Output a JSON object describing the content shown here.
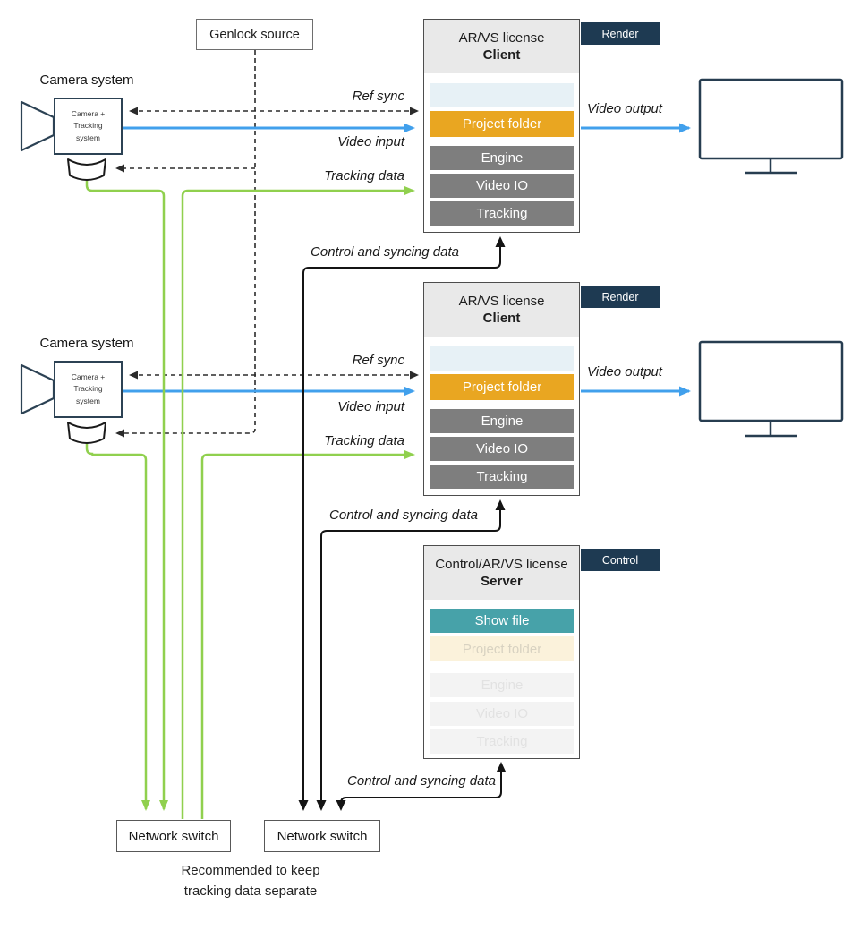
{
  "diagram": {
    "genlock_label": "Genlock source",
    "camera_label": "Camera system",
    "camera_body": [
      "Camera +",
      "Tracking",
      "system"
    ],
    "flow_labels": {
      "ref_sync": "Ref sync",
      "video_input": "Video input",
      "tracking_data": "Tracking data",
      "video_output": "Video output",
      "control_syncing": "Control and syncing data"
    },
    "clients": [
      {
        "license": "AR/VS license",
        "role": "Client",
        "tag": "Render",
        "modules": {
          "project_folder": "Project folder",
          "engine": "Engine",
          "video_io": "Video IO",
          "tracking": "Tracking"
        }
      },
      {
        "license": "AR/VS license",
        "role": "Client",
        "tag": "Render",
        "modules": {
          "project_folder": "Project folder",
          "engine": "Engine",
          "video_io": "Video IO",
          "tracking": "Tracking"
        }
      }
    ],
    "server": {
      "license": "Control/AR/VS license",
      "role": "Server",
      "tag": "Control",
      "modules": {
        "show_file": "Show file",
        "project_folder": "Project folder",
        "engine": "Engine",
        "video_io": "Video IO",
        "tracking": "Tracking"
      }
    },
    "switches": [
      "Network switch",
      "Network switch"
    ],
    "note": [
      "Recommended to keep",
      "tracking data separate"
    ],
    "colors": {
      "video_blue": "#41A0EC",
      "tracking_green": "#90D04E",
      "project_orange": "#E9A621",
      "show_file_teal": "#47A2A9",
      "tag_navy": "#1E3A52",
      "module_gray": "#7E7E7E",
      "outline_slate": "#2C4254"
    }
  }
}
